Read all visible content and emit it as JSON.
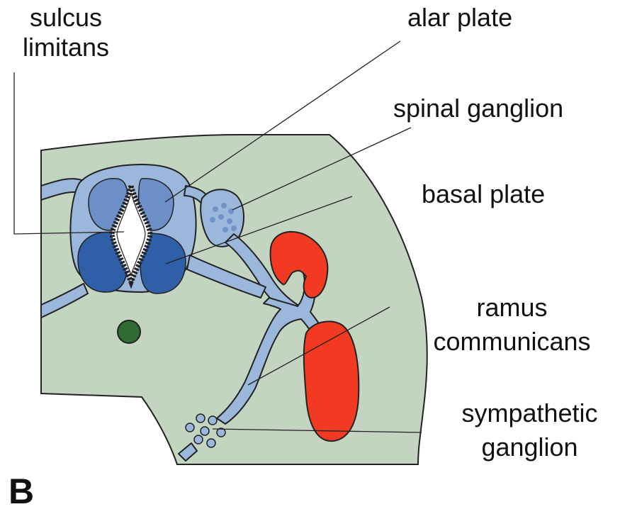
{
  "labels": {
    "sulcus_limitans": [
      "sulcus",
      "limitans"
    ],
    "alar_plate": "alar plate",
    "spinal_ganglion": "spinal ganglion",
    "basal_plate": "basal plate",
    "ramus_communicans": [
      "ramus",
      "communicans"
    ],
    "sympathetic_ganglion": [
      "sympathetic",
      "ganglion"
    ]
  },
  "panel_letter": "B",
  "colors": {
    "tissue": "#c3d4c1",
    "nerve": "#9bb8dc",
    "alar": "#6b8fc6",
    "basal": "#2f5fa6",
    "vessel": "#f23a22",
    "notochord": "#2f6b33",
    "outline": "#222222",
    "ganglion_dot": "#6f93c8"
  }
}
